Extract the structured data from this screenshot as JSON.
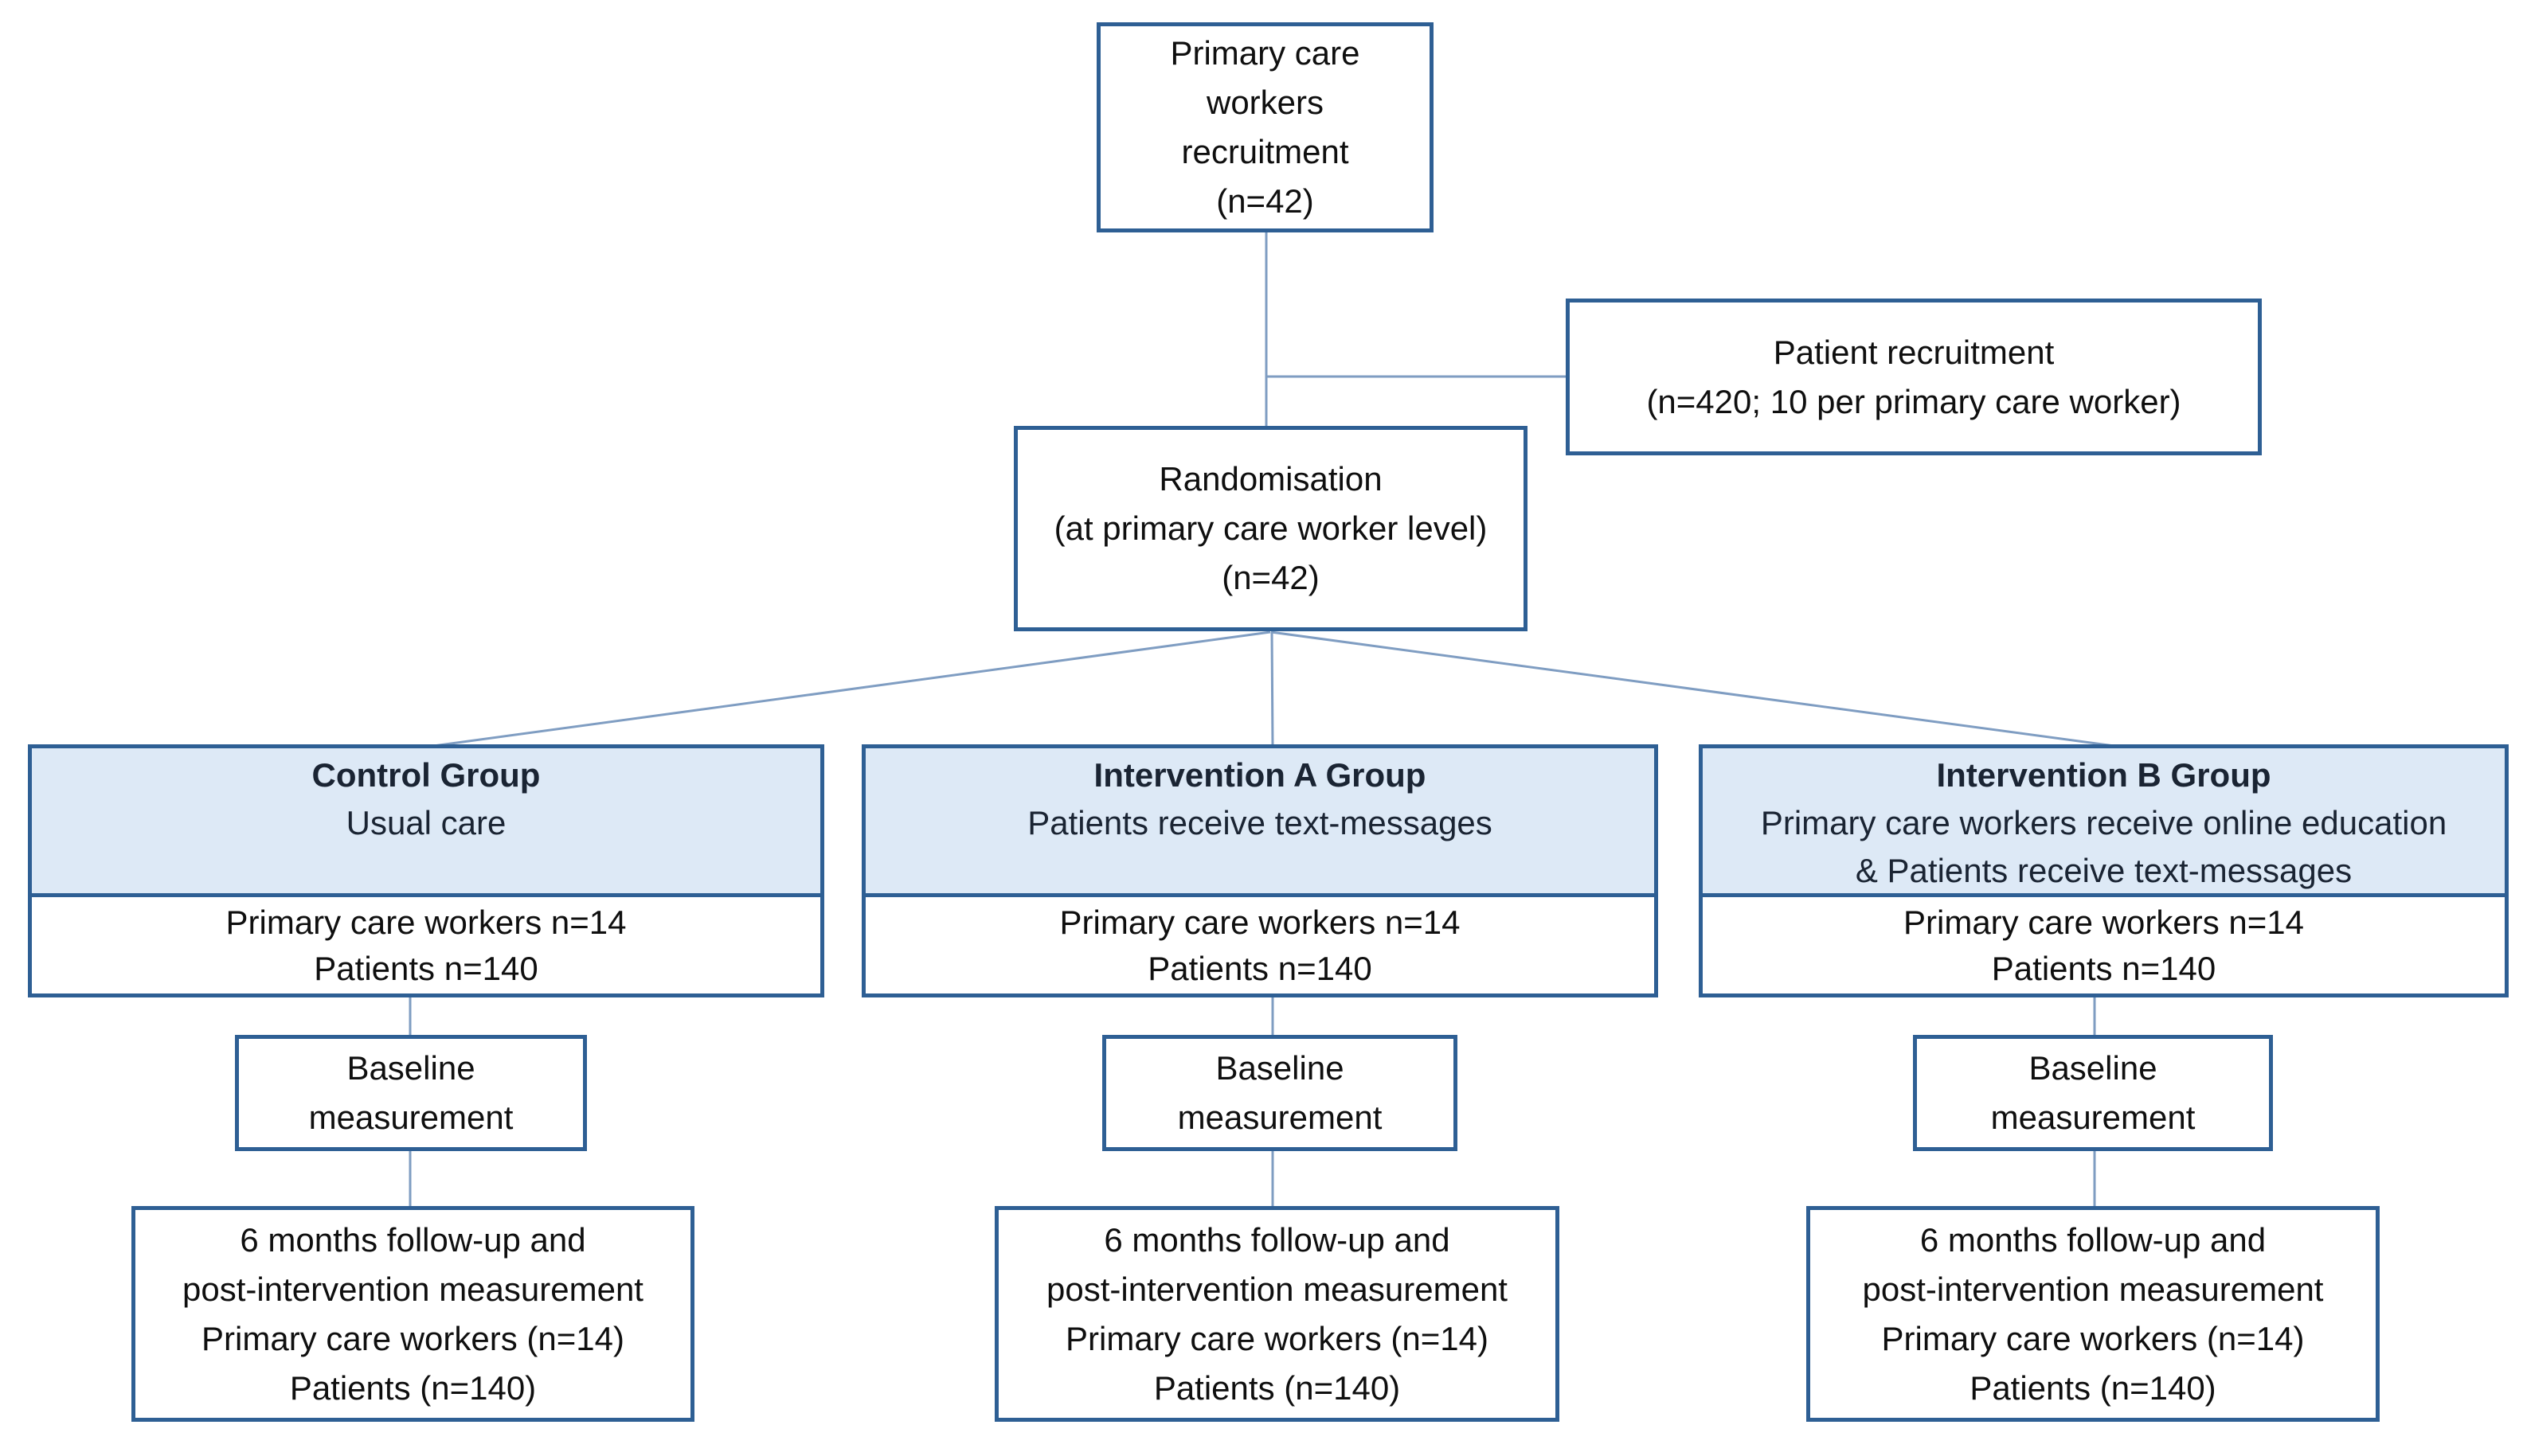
{
  "colors": {
    "box_border": "#2e5f94",
    "header_fill": "#dde9f6",
    "connector": "#7f9dc2",
    "header_text": "#1a2433",
    "body_text": "#0f0f0f",
    "background": "#ffffff"
  },
  "top_box": {
    "lines": [
      "Primary care",
      "workers",
      "recruitment",
      "(n=42)"
    ]
  },
  "patient_box": {
    "lines": [
      "Patient recruitment",
      "(n=420; 10 per primary care worker)"
    ]
  },
  "randomisation_box": {
    "lines": [
      "Randomisation",
      "(at primary care worker level)",
      "(n=42)"
    ]
  },
  "groups": [
    {
      "title": "Control Group",
      "subtitle_lines": [
        "Usual care"
      ],
      "count_lines": [
        "Primary care workers n=14",
        "Patients n=140"
      ],
      "baseline_lines": [
        "Baseline",
        "measurement"
      ],
      "followup_lines": [
        "6 months follow-up and",
        "post-intervention measurement",
        "Primary care workers (n=14)",
        "Patients (n=140)"
      ]
    },
    {
      "title": "Intervention A Group",
      "subtitle_lines": [
        "Patients receive text-messages"
      ],
      "count_lines": [
        "Primary care workers n=14",
        "Patients n=140"
      ],
      "baseline_lines": [
        "Baseline",
        "measurement"
      ],
      "followup_lines": [
        "6 months follow-up and",
        "post-intervention measurement",
        "Primary care workers (n=14)",
        "Patients (n=140)"
      ]
    },
    {
      "title": "Intervention B Group",
      "subtitle_lines": [
        "Primary care workers receive online education",
        "& Patients receive text-messages"
      ],
      "count_lines": [
        "Primary care workers n=14",
        "Patients n=140"
      ],
      "baseline_lines": [
        "Baseline",
        "measurement"
      ],
      "followup_lines": [
        "6 months follow-up and",
        "post-intervention measurement",
        "Primary care workers (n=14)",
        "Patients (n=140)"
      ]
    }
  ]
}
